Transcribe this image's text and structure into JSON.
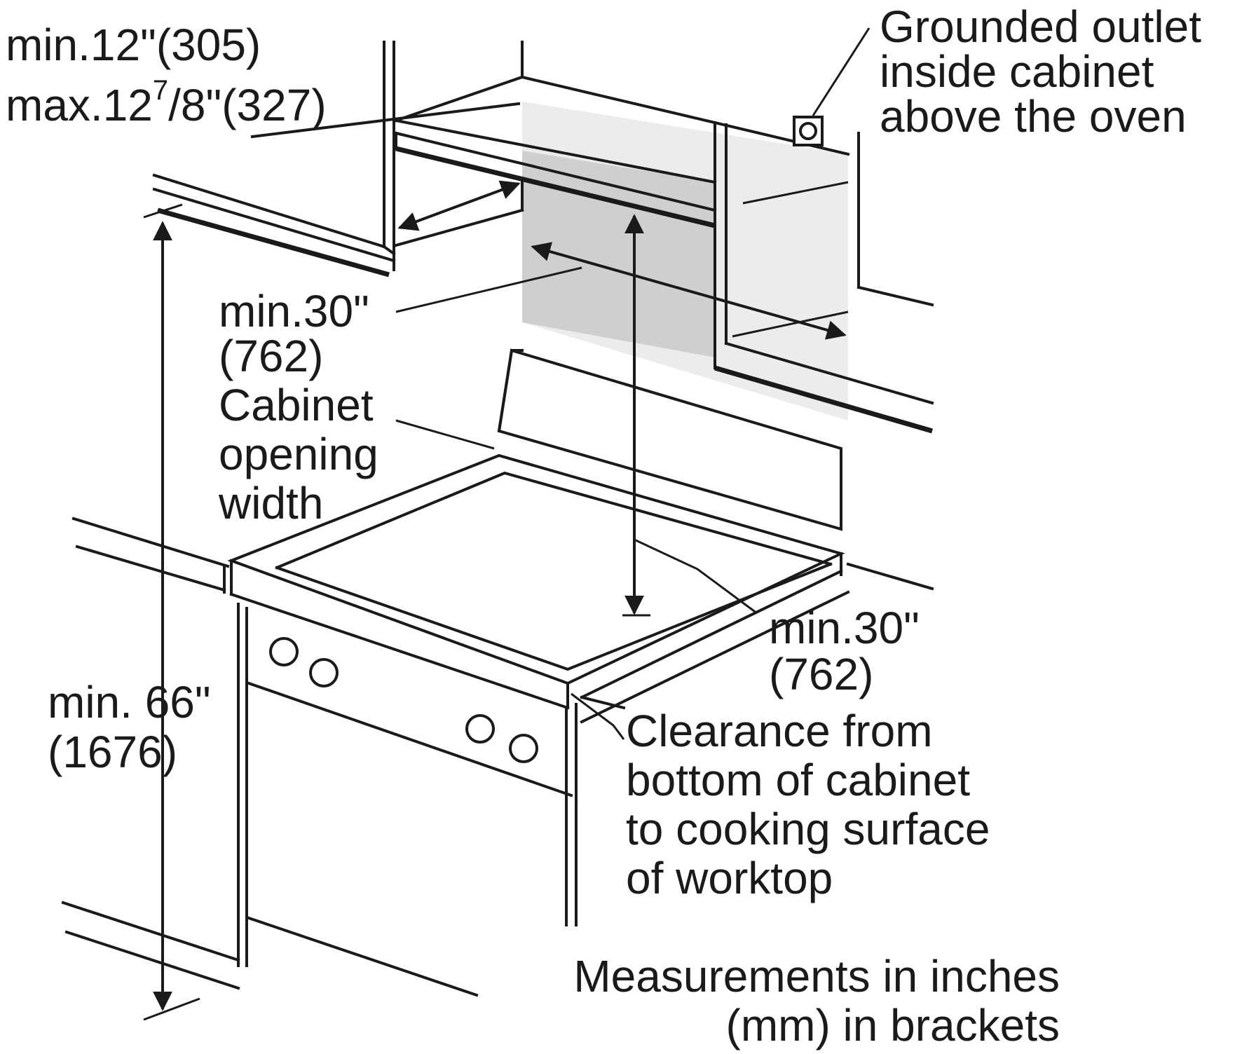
{
  "labels": {
    "cabinet_depth": {
      "line1": "min.12\"(305)",
      "line2_main": "max.12",
      "line2_sup": "7",
      "line2_rest": "/8\"(327)"
    },
    "outlet": {
      "line1": "Grounded outlet",
      "line2": "inside cabinet",
      "line3": "above the oven"
    },
    "opening_width": {
      "line1": "min.30\"",
      "line2": "(762)",
      "line3": "Cabinet",
      "line4": "opening",
      "line5": "width"
    },
    "cooktop_clearance": {
      "line1": "min.30\"",
      "line2": "(762)"
    },
    "clearance_desc": {
      "line1": "Clearance from",
      "line2": "bottom of cabinet",
      "line3": "to cooking surface",
      "line4": "of worktop"
    },
    "total_height": {
      "line1": "min. 66\"",
      "line2": "(1676)"
    },
    "units_note": {
      "line1": "Measurements in inches",
      "line2": "(mm) in brackets"
    }
  },
  "colors": {
    "line": "#1a1a1a",
    "shade_light": "#ececec",
    "shade_dark": "#cfcfcf",
    "background": "#ffffff"
  }
}
